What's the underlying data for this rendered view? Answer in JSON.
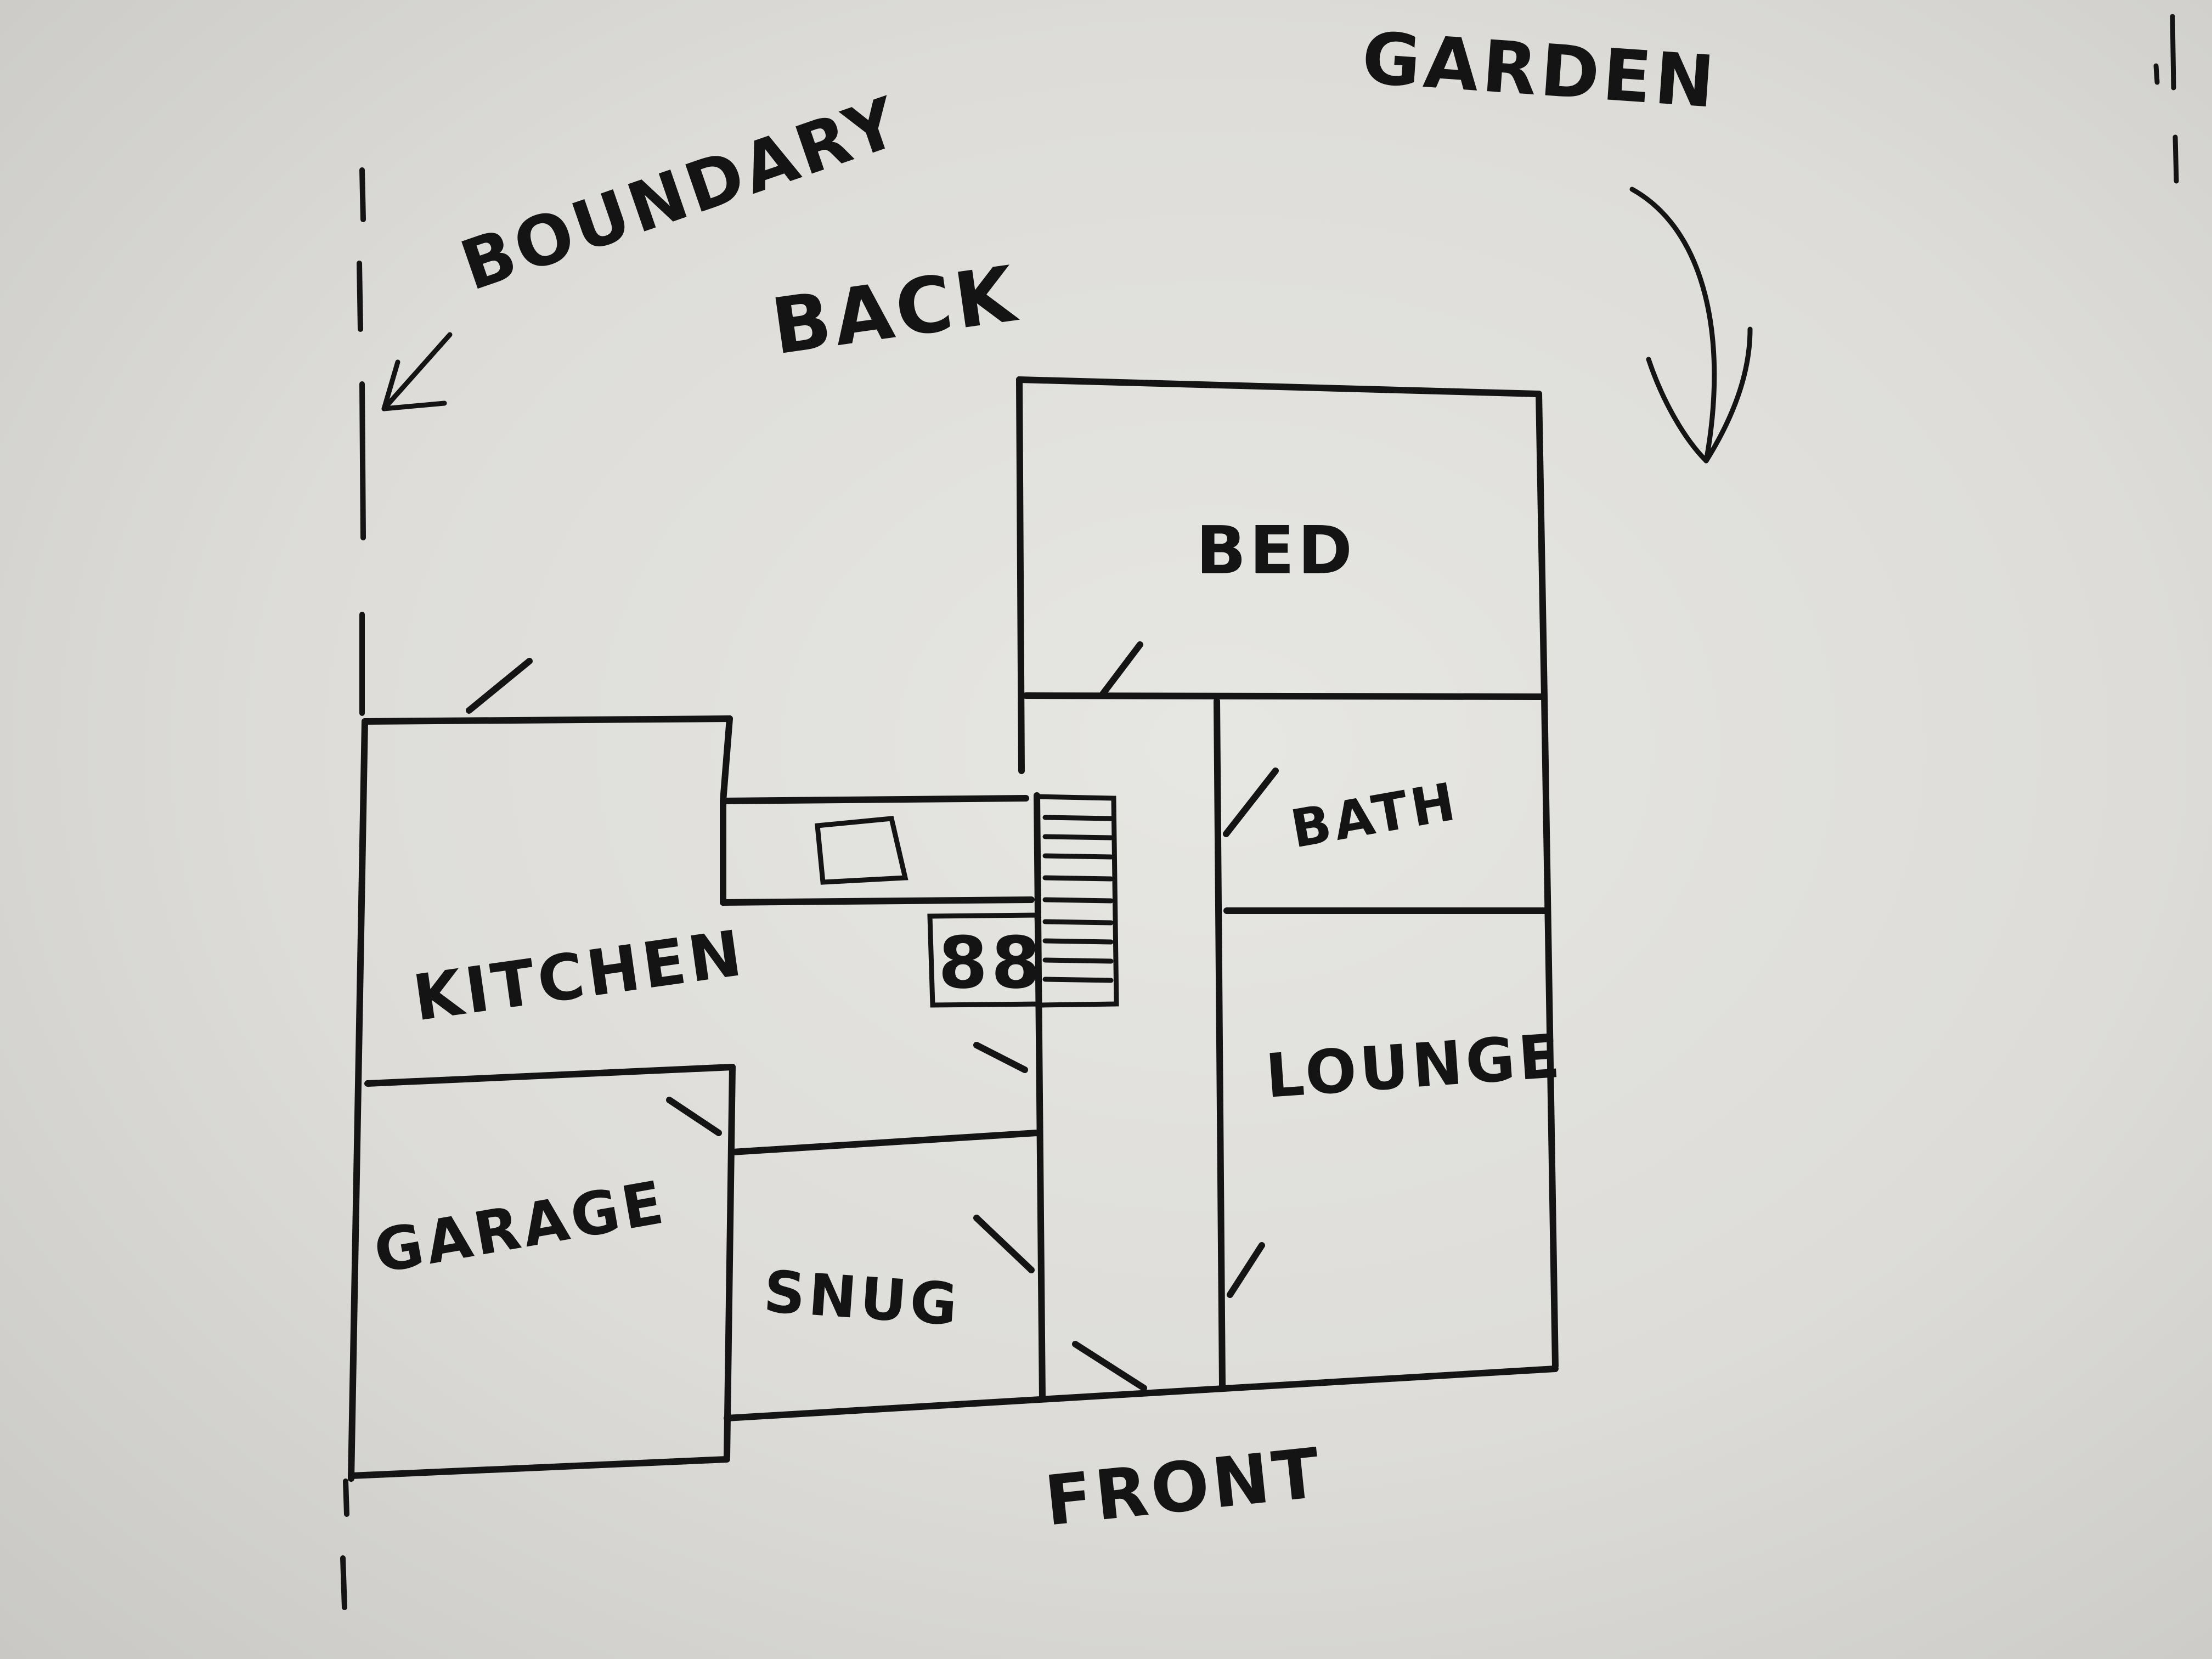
{
  "labels": {
    "garden": "GARDEN",
    "boundary": "BOUNDARY",
    "back": "BACK",
    "bed": "BED",
    "bath": "BATH",
    "kitchen": "KITCHEN",
    "lounge": "LOUNGE",
    "garage": "GARAGE",
    "snug": "SNUG",
    "front": "FRONT",
    "appliance": "88"
  },
  "colors": {
    "ink": "#141414",
    "paper": "#e2e2de"
  }
}
